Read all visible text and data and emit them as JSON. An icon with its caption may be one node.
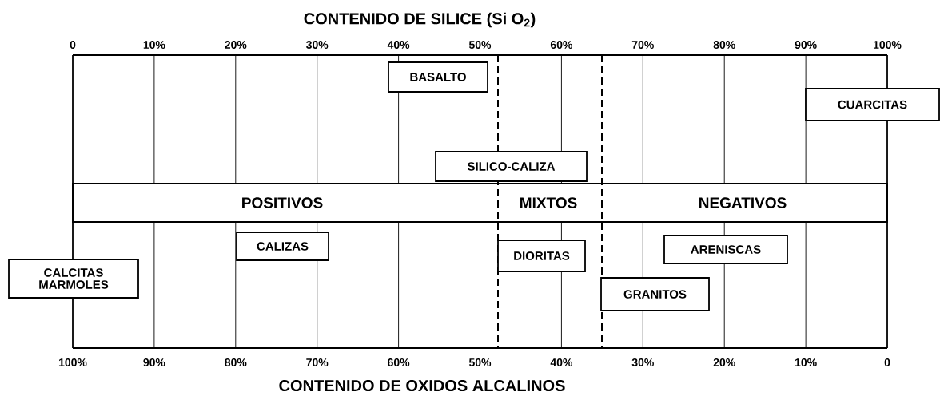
{
  "diagram": {
    "nodes": [
      {
        "text": [
          "BASALTO"
        ]
      },
      {
        "text": [
          "CUARCITAS"
        ]
      },
      {
        "text": [
          "SILICO-CALIZA"
        ]
      },
      {
        "text": [
          "POSITIVOS",
          "MIXTOS",
          "NEGATIVOS"
        ]
      },
      {
        "text": [
          "CALIZAS"
        ]
      },
      {
        "text": [
          "CALCITAS MARMOLES"
        ]
      },
      {
        "text": [
          "DIORITAS"
        ]
      },
      {
        "text": [
          "ARENISCAS"
        ]
      },
      {
        "text": [
          "GRANITOS"
        ]
      }
    ],
    "labels": [
      "CONTENIDO DE SILICE (Si O$_{2}$)",
      "0",
      "10%",
      "20%",
      "30%",
      "40%",
      "50%",
      "60%",
      "70%",
      "80%",
      "90%",
      "100%",
      "100%",
      "90%",
      "80%",
      "70%",
      "60%",
      "50%",
      "40%",
      "30%",
      "20%",
      "10%",
      "0",
      "CONTENIDO DE OXIDOS ALCALINOS"
    ]
  }
}
